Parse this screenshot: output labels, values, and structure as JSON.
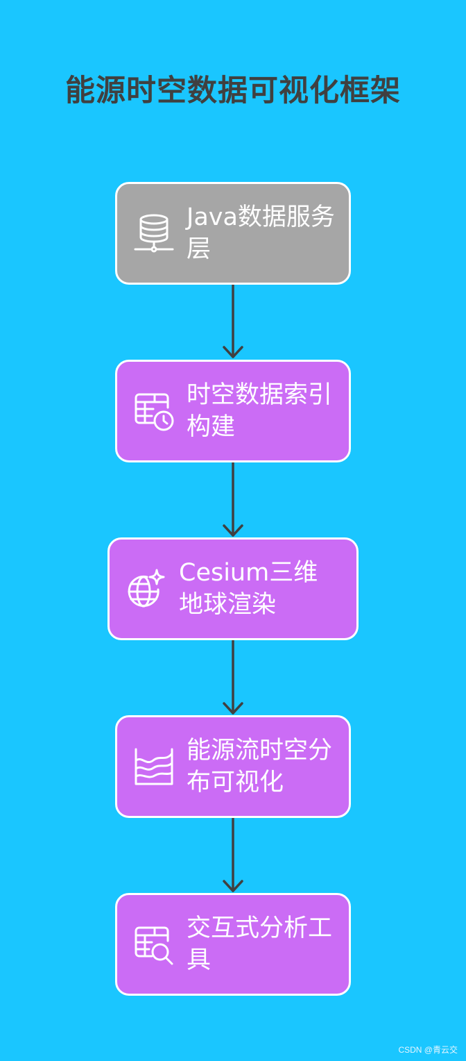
{
  "title": "能源时空数据可视化框架",
  "nodes": [
    {
      "label": "Java数据服务层",
      "icon": "database-icon",
      "color": "#a6a6a6"
    },
    {
      "label": "时空数据索引构建",
      "icon": "table-clock-icon",
      "color": "#cb6cf5"
    },
    {
      "label": "Cesium三维地球渲染",
      "icon": "globe-sparkle-icon",
      "color": "#cb6cf5"
    },
    {
      "label": "能源流时空分布可视化",
      "icon": "area-chart-icon",
      "color": "#cb6cf5"
    },
    {
      "label": "交互式分析工具",
      "icon": "table-search-icon",
      "color": "#cb6cf5"
    }
  ],
  "colors": {
    "background": "#1ac6ff",
    "title": "#404040",
    "arrow": "#404040",
    "border": "#ffffff"
  },
  "watermark": "CSDN @青云交"
}
